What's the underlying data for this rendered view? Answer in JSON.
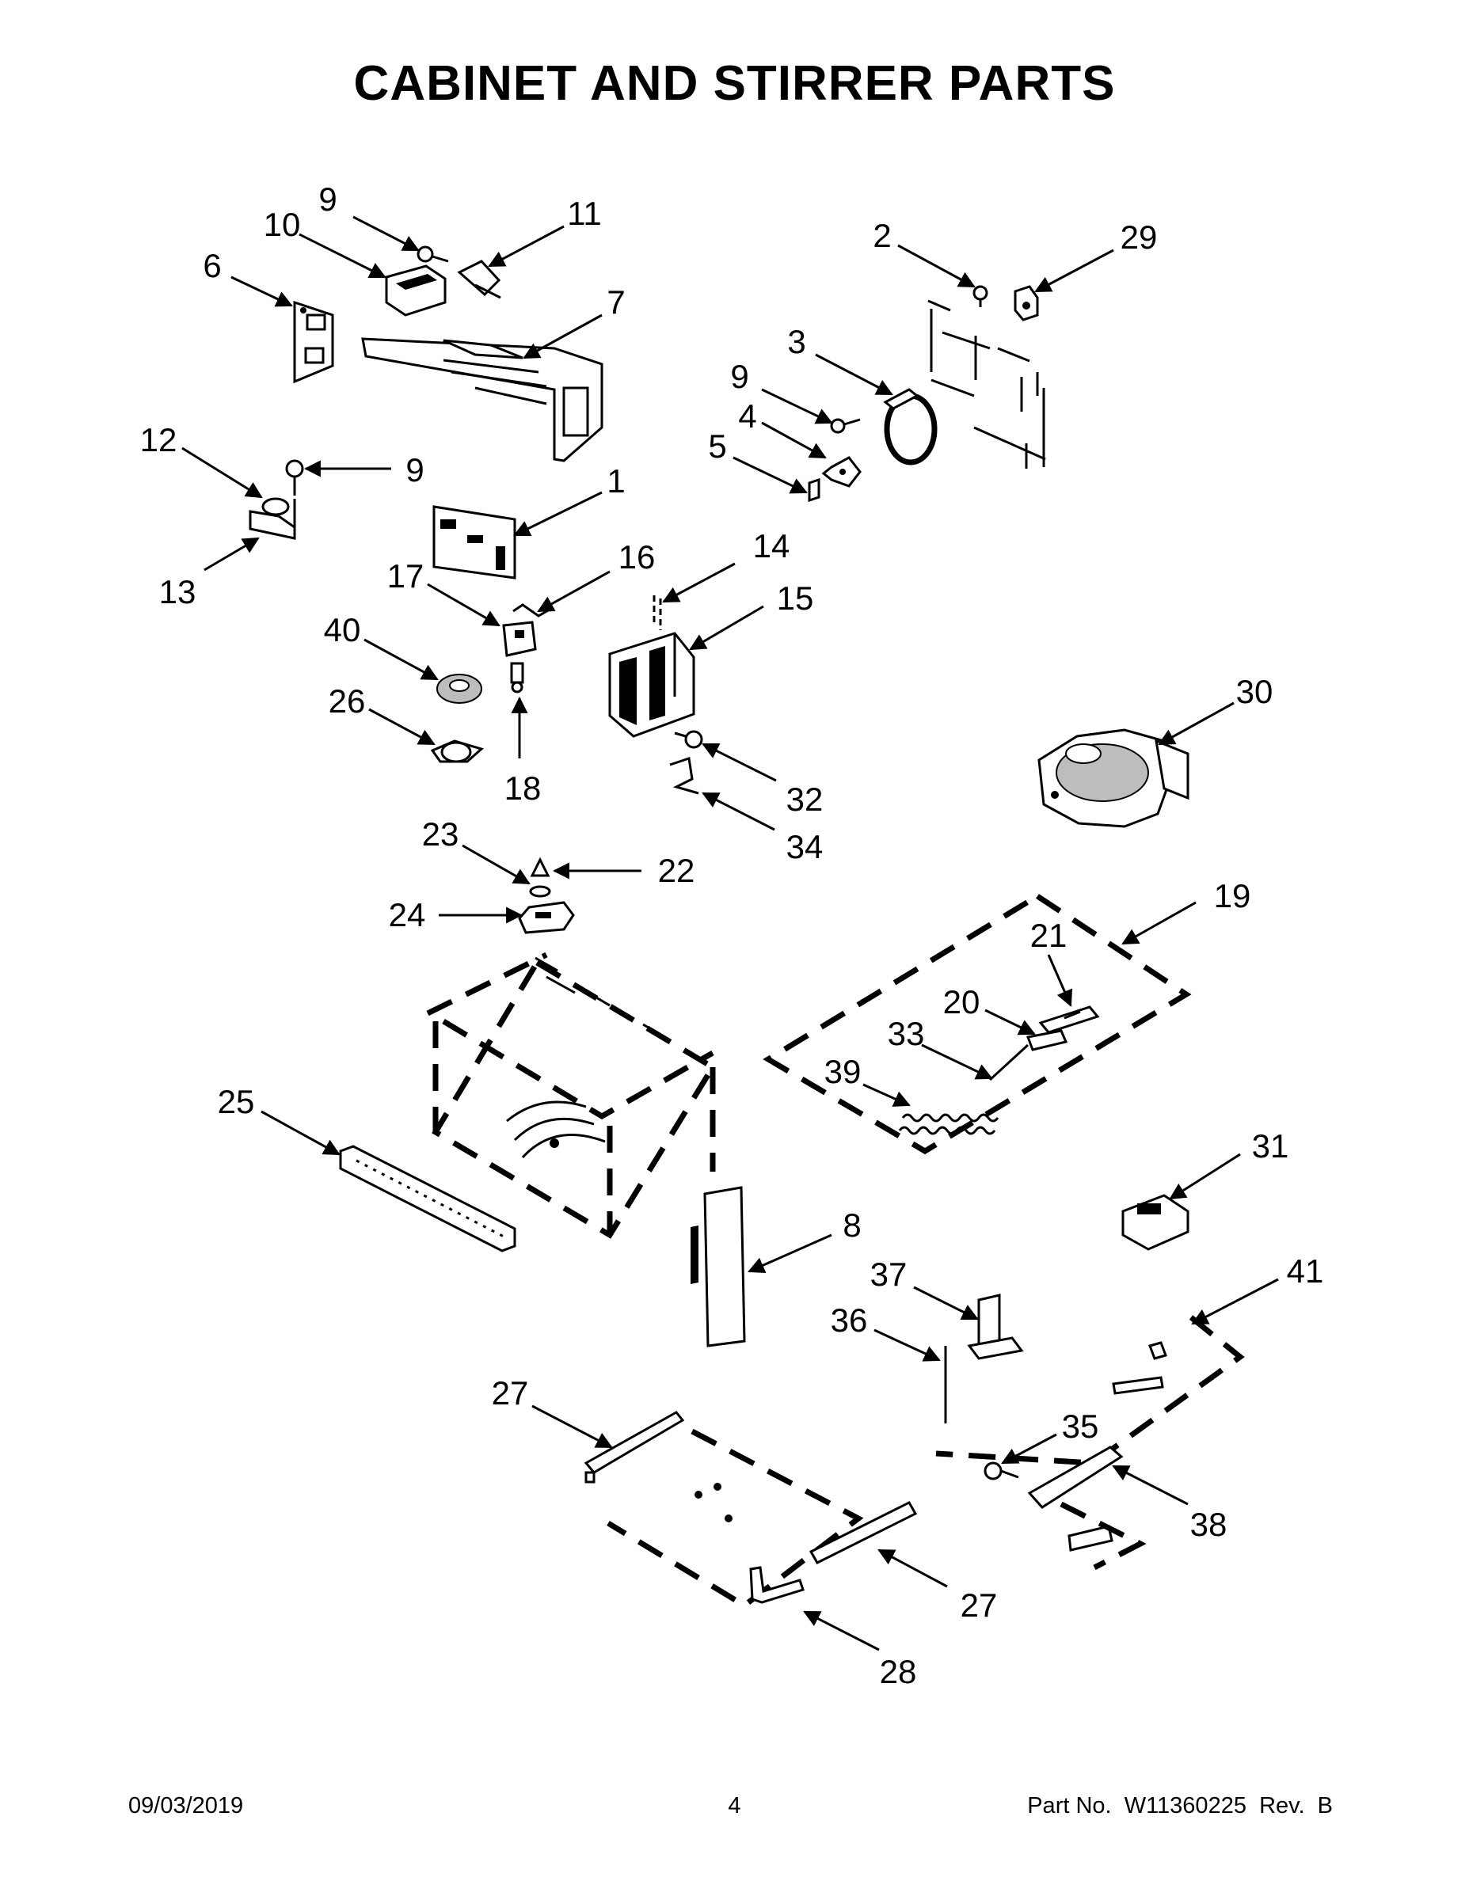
{
  "title": "CABINET AND STIRRER PARTS",
  "footer": {
    "date": "09/03/2019",
    "page": "4",
    "part_number": "Part No.  W11360225  Rev.  B"
  },
  "callouts": [
    {
      "id": "c9a",
      "label": "9"
    },
    {
      "id": "c10",
      "label": "10"
    },
    {
      "id": "c11",
      "label": "11"
    },
    {
      "id": "c6",
      "label": "6"
    },
    {
      "id": "c7",
      "label": "7"
    },
    {
      "id": "c2",
      "label": "2"
    },
    {
      "id": "c29",
      "label": "29"
    },
    {
      "id": "c3",
      "label": "3"
    },
    {
      "id": "c9b",
      "label": "9"
    },
    {
      "id": "c4",
      "label": "4"
    },
    {
      "id": "c5",
      "label": "5"
    },
    {
      "id": "c12",
      "label": "12"
    },
    {
      "id": "c9c",
      "label": "9"
    },
    {
      "id": "c1",
      "label": "1"
    },
    {
      "id": "c13",
      "label": "13"
    },
    {
      "id": "c17",
      "label": "17"
    },
    {
      "id": "c16",
      "label": "16"
    },
    {
      "id": "c14",
      "label": "14"
    },
    {
      "id": "c15",
      "label": "15"
    },
    {
      "id": "c40",
      "label": "40"
    },
    {
      "id": "c26",
      "label": "26"
    },
    {
      "id": "c18",
      "label": "18"
    },
    {
      "id": "c30",
      "label": "30"
    },
    {
      "id": "c32",
      "label": "32"
    },
    {
      "id": "c34",
      "label": "34"
    },
    {
      "id": "c23",
      "label": "23"
    },
    {
      "id": "c22",
      "label": "22"
    },
    {
      "id": "c24",
      "label": "24"
    },
    {
      "id": "c19",
      "label": "19"
    },
    {
      "id": "c21",
      "label": "21"
    },
    {
      "id": "c20",
      "label": "20"
    },
    {
      "id": "c33",
      "label": "33"
    },
    {
      "id": "c39",
      "label": "39"
    },
    {
      "id": "c25",
      "label": "25"
    },
    {
      "id": "c31",
      "label": "31"
    },
    {
      "id": "c8",
      "label": "8"
    },
    {
      "id": "c37",
      "label": "37"
    },
    {
      "id": "c41",
      "label": "41"
    },
    {
      "id": "c36",
      "label": "36"
    },
    {
      "id": "c27a",
      "label": "27"
    },
    {
      "id": "c35",
      "label": "35"
    },
    {
      "id": "c38",
      "label": "38"
    },
    {
      "id": "c27b",
      "label": "27"
    },
    {
      "id": "c28",
      "label": "28"
    }
  ]
}
